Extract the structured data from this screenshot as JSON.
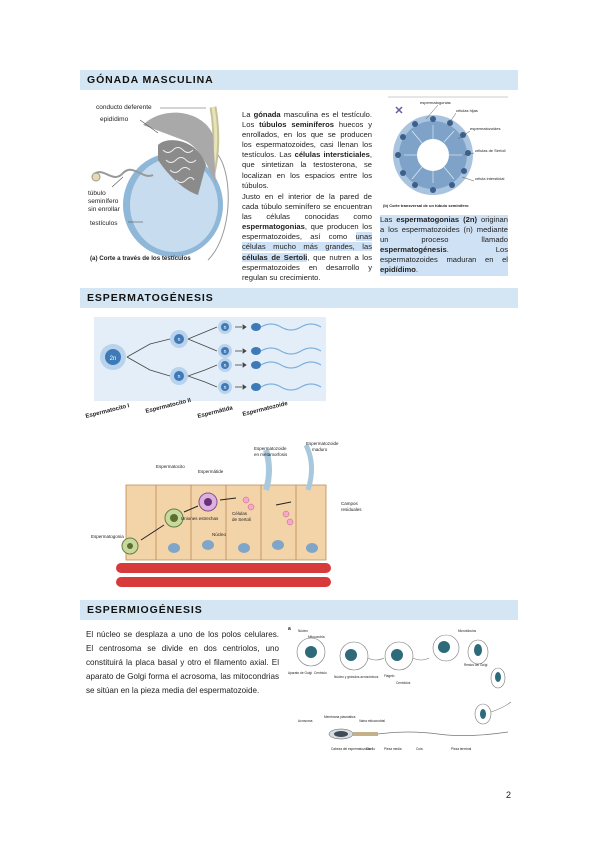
{
  "sections": {
    "s1": "GÓNADA MASCULINA",
    "s2": "ESPERMATOGÉNESIS",
    "s3": "ESPERMIOGÉNESIS"
  },
  "gonada": {
    "fig_labels": {
      "conducto": "conducto deferente",
      "epididimo": "epidídimo",
      "tubulo1": "túbulo",
      "tubulo2": "seminífero",
      "tubulo3": "sin enrollar",
      "testiculos": "testículos",
      "caption": "(a) Corte a través de los testículos"
    },
    "text": {
      "a1": "La ",
      "a2": "gónada",
      "a3": " masculina es el testículo. Los ",
      "a4": "túbulos seminíferos",
      "a5": " huecos y enrollados, en los que se producen los espermatozoides, casi llenan los testículos. Las ",
      "a6": "células intersticiales",
      "a7": ", que sintetizan la testosterona, se localizan en los espacios entre los túbulos.",
      "b1": "Justo en el interior de la pared de cada túbulo seminífero se encuentran las células conocidas como ",
      "b2": "espermatogonias",
      "b3": ", que producen los espermatozoides, así como ",
      "b4": "unas células mucho más grandes, las ",
      "b5": "células de Sertoli",
      "b6": ", que nutren a los espermatozoides en desarrollo y regulan su crecimiento."
    },
    "tubule_labels": {
      "l1": "espermatogonias",
      "l2": "células hijas",
      "l3": "espermatozoides",
      "l4": "células de Sertoli",
      "l5": "célula intersticial",
      "caption": "(b) Corte transversal de un túbulo seminífero"
    },
    "side_text": {
      "c1": "Las ",
      "c2": "espermatogonias (2n)",
      "c3": " originan a los espermatozoides (n) mediante un proceso llamado ",
      "c4": "espermatogénesis",
      "c5": ".",
      "d1": "Los espermatozoides maduran en el ",
      "d2": "epidídimo",
      "d3": "."
    }
  },
  "espermatogenesis": {
    "cell_2n": "2n",
    "cell_n": "n",
    "stages": [
      "Espermatocito I",
      "Espermatocito II",
      "Espermátida",
      "Espermatozoide"
    ],
    "tubule_fig": {
      "espermatocito": "Espermatocito",
      "espermatide": "Espermátide",
      "uniones": "Uniones estrechas",
      "sertoli1": "Células",
      "sertoli2": "de Sertoli",
      "nucleo": "Núcleo",
      "espermatogonia": "Espermatogonia",
      "metamorfosis1": "Espermatozoide",
      "metamorfosis2": "en metamorfosis",
      "maduro1": "Espermatozoide",
      "maduro2": "maduro",
      "campos1": "Campos",
      "campos2": "residuales"
    }
  },
  "espermiogenesis": {
    "text": "El núcleo se desplaza a uno de los polos celulares. El centrosoma se divide en dos centriolos, uno constituirá la placa basal y otro el filamento axial. El aparato de Golgi forma el acrosoma, las mitocondrias se sitúan en la pieza media del espermatozoide.",
    "fig_labels": {
      "letter": "a",
      "nucleo": "Núcleo",
      "mitocondria": "Mitocondria",
      "aparato": "Aparato de Golgi",
      "centriolo": "Centriolo",
      "nucleo_forma": "Núcleo y gránulos acrosómicos",
      "flagelo": "Flagelo",
      "centriolos": "Centriolos",
      "microtubulos": "Microtúbulos",
      "restos": "Restos del Golgi",
      "acrosoma": "Acrosoma",
      "membrana": "Membrana plasmática",
      "vaina": "Vaina mitocondrial",
      "cabeza": "Cabeza del espermatozoide",
      "cuello": "Cuello",
      "pieza_media": "Pieza media",
      "cola": "Cola",
      "pieza_final": "Pieza terminal"
    }
  },
  "page_number": "2"
}
